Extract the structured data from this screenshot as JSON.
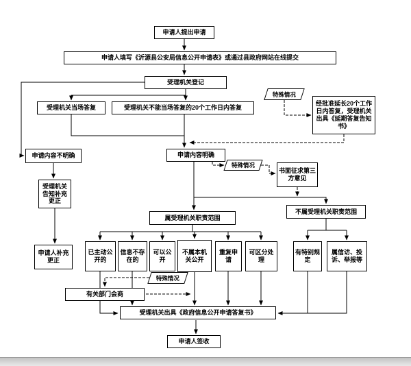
{
  "diagram": {
    "nodes": {
      "submit": "申请人提出申请",
      "fill_form": "申请人填写《沂源县公安局信息公开申请表》或通过县政府网站在线提交",
      "register": "受理机关登记",
      "special_case_1": "特殊情况",
      "onspot_reply": "受理机关当场答复",
      "deferred_reply": "受理机关不能当场答复的20个工作日内答复",
      "extension_notice": "经批准延长20个工作日内答复，受理机关出具《延期答复告知书》",
      "content_unclear": "申请内容不明确",
      "content_clear": "申请内容明确",
      "special_case_2": "特殊情况",
      "third_party": "书面征求第三方意见",
      "notify_supplement": "受理机关告知补充更正",
      "in_scope": "属受理机关职责范围",
      "out_scope": "不属受理机关职责范围",
      "applicant_supplement": "申请人补充更正",
      "already_public": "已主动公开的",
      "info_not_exist": "信息不存在的",
      "can_disclose": "可以公开",
      "not_this_organ": "不属本机关公开",
      "repeat_application": "重复申请",
      "separable": "可区分处理",
      "special_case_3": "特殊情况",
      "special_rules": "有特别规定",
      "petition": "属信访、投诉、举报等",
      "consult": "有关部门会商",
      "reply_document": "受理机关出具《政府信息公开申请答复书》",
      "sign": "申请人签收"
    }
  }
}
